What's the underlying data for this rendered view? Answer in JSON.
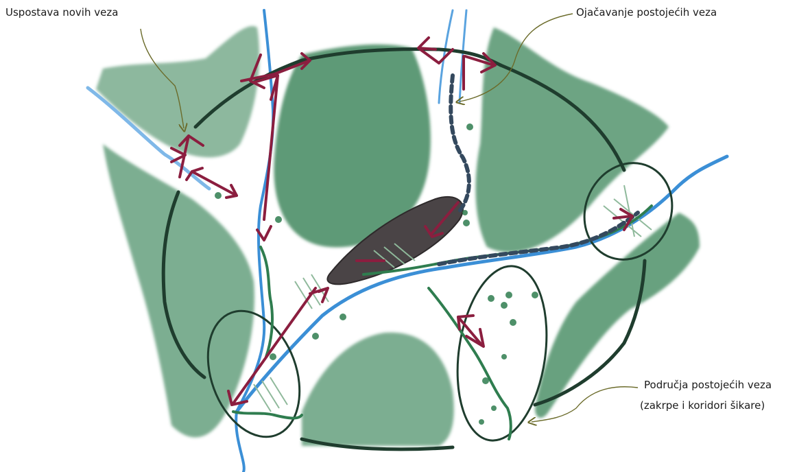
{
  "labels": {
    "new_connections": "Uspostava novih veza",
    "strengthen_connections": "Ojačavanje postojećih veza",
    "existing_areas_line1": "Područja postojećih veza",
    "existing_areas_line2": "(zakrpe i koridori šikare)"
  },
  "colors": {
    "forest_green": "#2f7d4f",
    "dark_outline": "#1f3d2e",
    "river_blue": "#3b8fd6",
    "arrow_crimson": "#8b1e3f",
    "settlement_grey": "#4a4446",
    "callout_olive": "#6b6b2a"
  }
}
